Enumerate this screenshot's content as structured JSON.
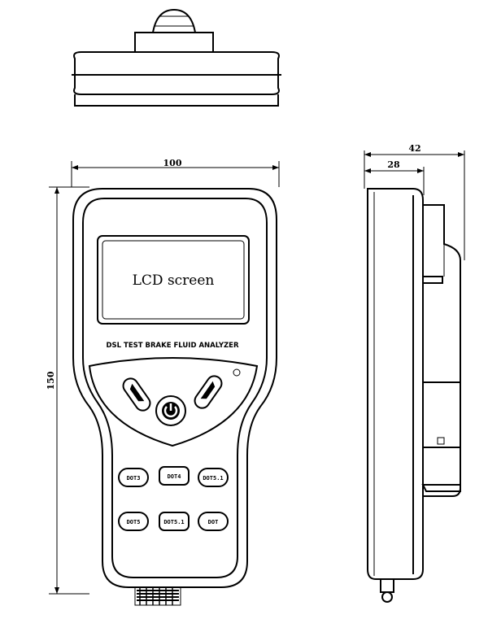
{
  "dimensions": {
    "width": "100",
    "height": "150",
    "depth_total": "42",
    "depth_body": "28"
  },
  "screen": {
    "label": "LCD screen"
  },
  "brand_text": "DSL TEST BRAKE FLUID ANALYZER",
  "buttons": {
    "row1": [
      "DOT3",
      "DOT4",
      "DOT5.1"
    ],
    "row2": [
      "DOT5",
      "DOT5.1",
      "DOT"
    ]
  }
}
